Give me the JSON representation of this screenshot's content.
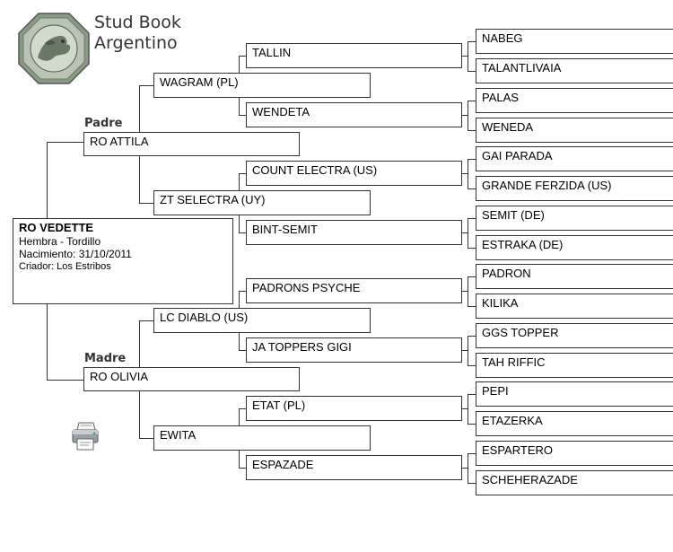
{
  "header": {
    "brand_line1": "Stud Book",
    "brand_line2": "Argentino"
  },
  "labels": {
    "sire": "Padre",
    "dam": "Madre"
  },
  "subject": {
    "name": "RO VEDETTE",
    "line1": "Hembra - Tordillo",
    "line2": "Nacimiento: 31/10/2011",
    "line3": "Criador: Los Estribos"
  },
  "gen1": [
    "RO ATTILA",
    "RO OLIVIA"
  ],
  "gen2": [
    "WAGRAM (PL)",
    "ZT SELECTRA (UY)",
    "LC DIABLO (US)",
    "EWITA"
  ],
  "gen3": [
    "TALLIN",
    "WENDETA",
    "COUNT ELECTRA (US)",
    "BINT-SEMIT",
    "PADRONS PSYCHE",
    "JA TOPPERS GIGI",
    "ETAT (PL)",
    "ESPAZADE"
  ],
  "gen4": [
    "NABEG",
    "TALANTLIVAIA",
    "PALAS",
    "WENEDA",
    "GAI PARADA",
    "GRANDE FERZIDA (US)",
    "SEMIT (DE)",
    "ESTRAKA (DE)",
    "PADRON",
    "KILIKA",
    "GGS TOPPER",
    "TAH RIFFIC",
    "PEPI",
    "ETAZERKA",
    "ESPARTERO",
    "SCHEHERAZADE"
  ],
  "icons": {
    "logo": "studbook-seal-icon",
    "print": "printer-icon"
  }
}
